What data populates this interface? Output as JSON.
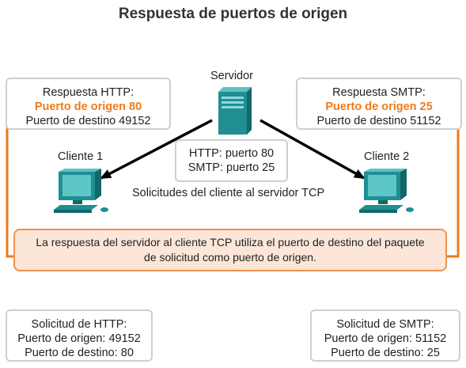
{
  "title": "Respuesta de puertos de origen",
  "server_label": "Servidor",
  "client1_label": "Cliente 1",
  "client2_label": "Cliente 2",
  "http_response": {
    "heading": "Respuesta HTTP:",
    "source_port": "Puerto de origen 80",
    "dest_port": "Puerto de destino 49152"
  },
  "smtp_response": {
    "heading": "Respuesta SMTP:",
    "source_port": "Puerto de origen 25",
    "dest_port": "Puerto de destino 51152"
  },
  "server_ports": {
    "http": "HTTP: puerto 80",
    "smtp": "SMTP: puerto 25"
  },
  "requests_caption": "Solicitudes del cliente al servidor TCP",
  "note": {
    "line1": "La respuesta del servidor al cliente TCP utiliza el puerto de destino del paquete",
    "line2": "de solicitud como puerto de origen."
  },
  "http_request": {
    "heading": "Solicitud de HTTP:",
    "source_port": "Puerto de origen: 49152",
    "dest_port": "Puerto de destino: 80"
  },
  "smtp_request": {
    "heading": "Solicitud de SMTP:",
    "source_port": "Puerto de origen: 51152",
    "dest_port": "Puerto de destino: 25"
  },
  "colors": {
    "accent_orange": "#f07a1a",
    "note_fill": "#fbe6d7",
    "device_teal": "#1f8f93",
    "box_border": "#cfcfcf"
  }
}
